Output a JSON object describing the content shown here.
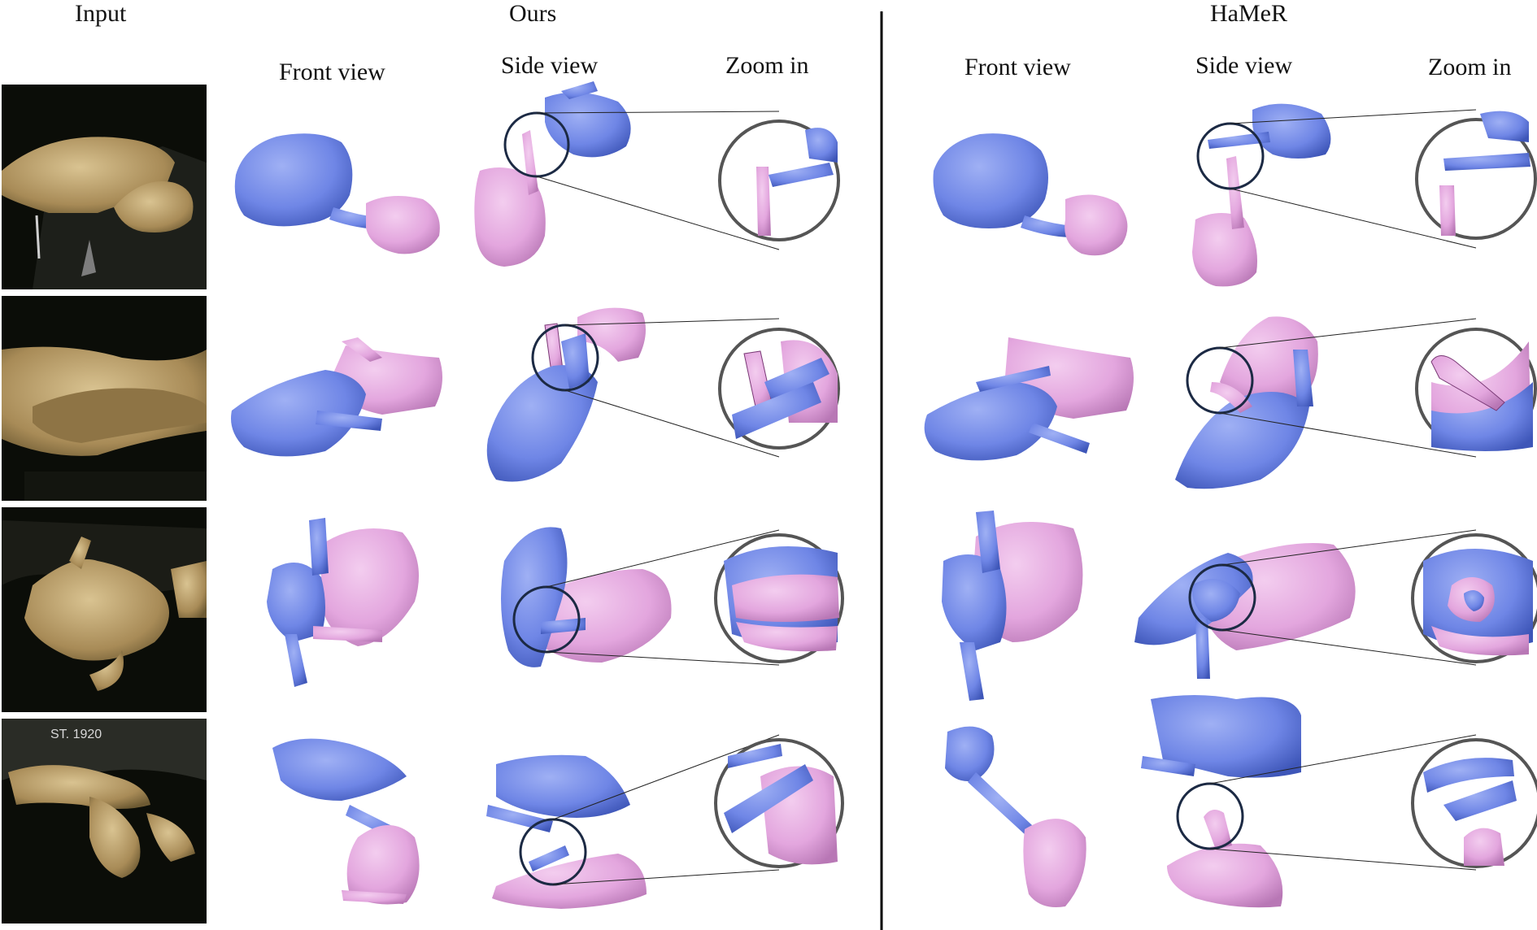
{
  "headers": {
    "input": "Input",
    "ours": "Ours",
    "hamer": "HaMeR"
  },
  "subheaders": {
    "ours": [
      "Front view",
      "Side view",
      "Zoom in"
    ],
    "hamer": [
      "Front view",
      "Side view",
      "Zoom in"
    ]
  },
  "colors": {
    "left_hand": "#6f86e6",
    "right_hand": "#e3a6de",
    "divider": "#000000",
    "zoom_circle": "#1c2a44",
    "photo_bg": "#0b0d08",
    "skin": "#b59a66"
  },
  "rows": [
    {
      "input_photo": "hands-photo-1",
      "shirt_text": ""
    },
    {
      "input_photo": "hands-photo-2",
      "shirt_text": ""
    },
    {
      "input_photo": "hands-photo-3",
      "shirt_text": ""
    },
    {
      "input_photo": "hands-photo-4",
      "shirt_text": "ST. 1920"
    }
  ]
}
